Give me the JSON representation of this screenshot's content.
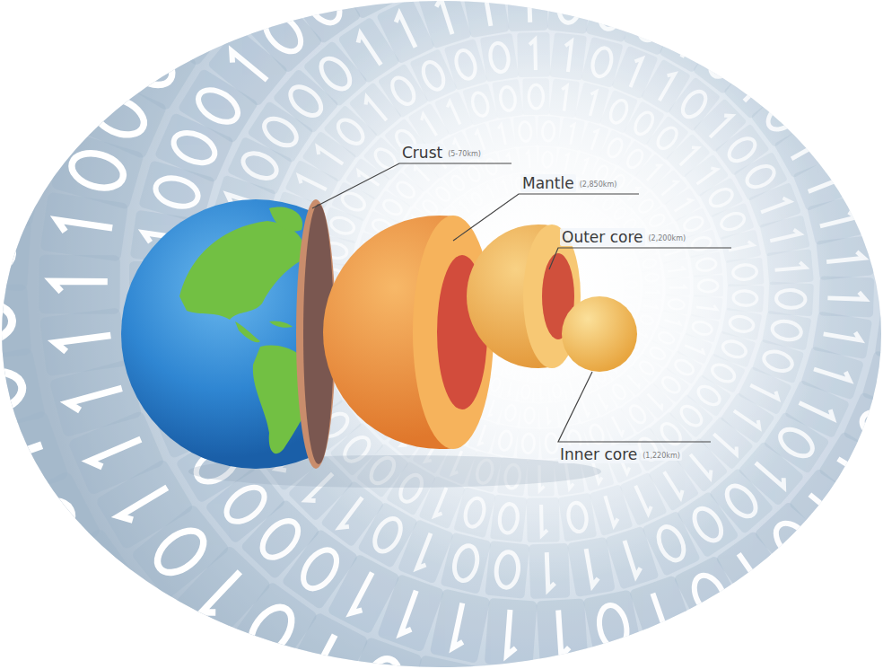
{
  "diagram": {
    "labels": [
      "Crust",
      "(5-70km)",
      "Mantle",
      "(2,850km)",
      "Outer core",
      "(2,200km)",
      "Inner core",
      "(1,220km)"
    ]
  }
}
